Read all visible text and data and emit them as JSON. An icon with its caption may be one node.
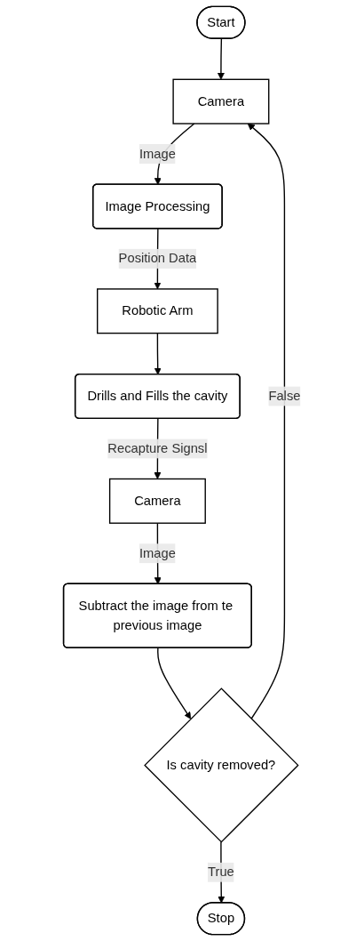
{
  "diagram": {
    "nodes": [
      {
        "text": [
          "Start"
        ]
      },
      {
        "text": [
          "Camera"
        ]
      },
      {
        "text": [
          "Image Processing"
        ]
      },
      {
        "text": [
          "Robotic Arm"
        ]
      },
      {
        "text": [
          "Drills and Fills the cavity"
        ]
      },
      {
        "text": [
          "Camera"
        ]
      },
      {
        "text": [
          "Subtract the image from te previous image"
        ]
      },
      {
        "text": [
          "Is cavity removed?"
        ]
      },
      {
        "text": [
          "Stop"
        ]
      }
    ],
    "edges": [
      {
        "from": 0,
        "to": 1,
        "arrow": "to"
      },
      {
        "from": 1,
        "to": 2,
        "arrow": "to",
        "label": "Image"
      },
      {
        "from": 2,
        "to": 3,
        "arrow": "to",
        "label": "Position Data"
      },
      {
        "from": 3,
        "to": 4,
        "arrow": "to"
      },
      {
        "from": 4,
        "to": 5,
        "arrow": "to",
        "label": "Recapture Signsl"
      },
      {
        "from": 5,
        "to": 6,
        "arrow": "to",
        "label": "Image"
      },
      {
        "from": 6,
        "to": 7,
        "arrow": "to"
      },
      {
        "from": 7,
        "to": 8,
        "arrow": "to",
        "label": "True"
      },
      {
        "from": 7,
        "to": 1,
        "arrow": "to",
        "label": "False"
      }
    ]
  }
}
